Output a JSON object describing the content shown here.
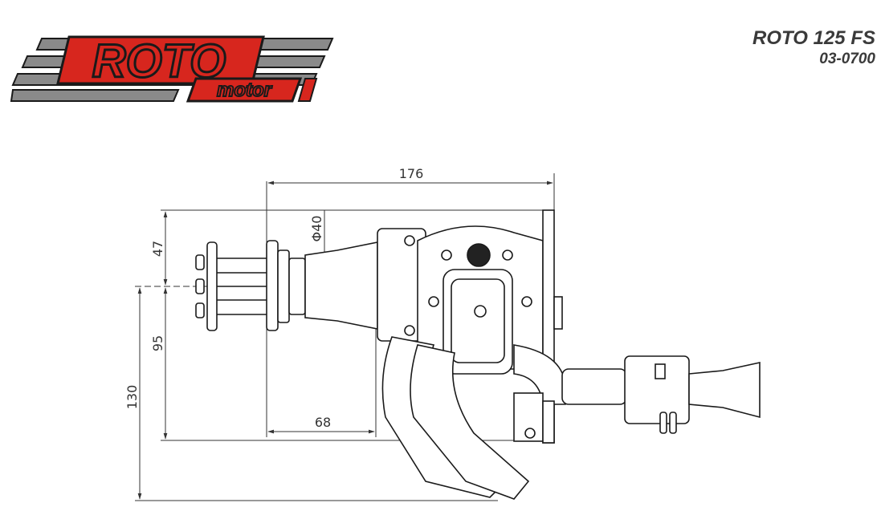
{
  "logo": {
    "brand": "ROTO",
    "sub": "motor",
    "colors": {
      "red": "#d7261e",
      "grey": "#7a7a7a",
      "outline": "#1a1a1a"
    }
  },
  "title": {
    "model": "ROTO 125 FS",
    "code": "03-0700"
  },
  "dimensions": {
    "overall_length": "176",
    "height_top": "47",
    "height_mid": "95",
    "height_total": "130",
    "prop_diameter_label": "Φ40",
    "offset": "68"
  }
}
